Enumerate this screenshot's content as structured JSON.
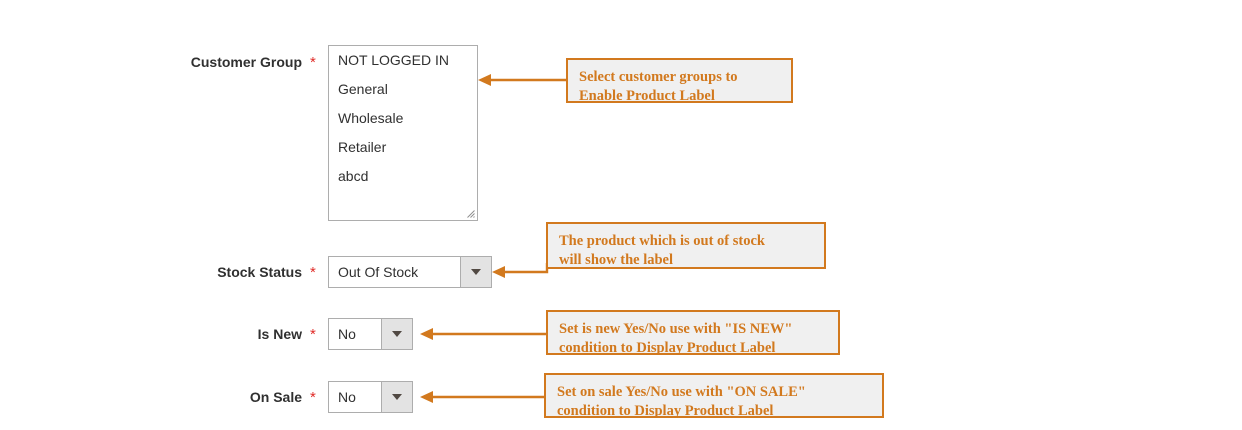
{
  "form": {
    "fields": [
      {
        "id": "customer-group",
        "label": "Customer Group",
        "required_mark": "*",
        "control": "multiselect",
        "options": [
          "NOT LOGGED IN",
          "General",
          "Wholesale",
          "Retailer",
          "abcd"
        ]
      },
      {
        "id": "stock-status",
        "label": "Stock Status",
        "required_mark": "*",
        "control": "select",
        "value": "Out Of Stock"
      },
      {
        "id": "is-new",
        "label": "Is New",
        "required_mark": "*",
        "control": "select",
        "value": "No"
      },
      {
        "id": "on-sale",
        "label": "On Sale",
        "required_mark": "*",
        "control": "select",
        "value": "No"
      }
    ]
  },
  "annotations": [
    {
      "id": "customer-group-note",
      "text": "Select customer groups to\nEnable Product Label"
    },
    {
      "id": "stock-status-note",
      "text": "The product which is out of stock\nwill show the label"
    },
    {
      "id": "is-new-note",
      "text": "Set is new Yes/No use with \"IS NEW\"\ncondition to Display Product Label"
    },
    {
      "id": "on-sale-note",
      "text": "Set on sale Yes/No use with \"ON SALE\"\ncondition to Display Product Label"
    }
  ],
  "colors": {
    "accent": "#d2791e",
    "callout_fill": "#f0f0f0",
    "label_text": "#303030",
    "required": "#e02b27",
    "control_border": "#adadad",
    "select_button": "#e3e3e3",
    "page_background": "#ffffff"
  },
  "icons": {
    "caret": "chevron-down-icon",
    "resize": "resize-grip-icon",
    "arrow": "arrow-left-icon"
  }
}
